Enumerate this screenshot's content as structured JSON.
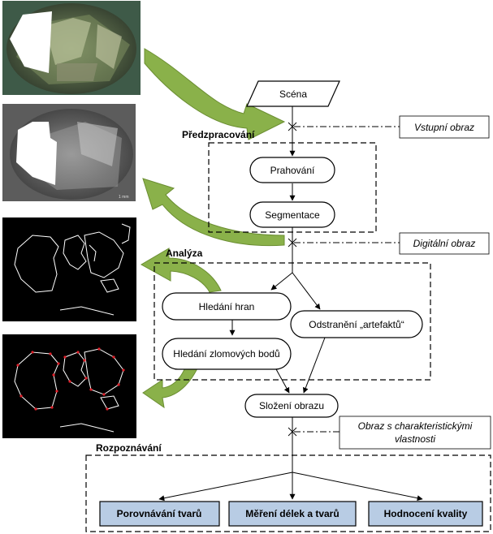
{
  "flow": {
    "start": "Scéna",
    "prahovani": "Prahování",
    "segmentace": "Segmentace",
    "hledani_hran": "Hledání hran",
    "hledani_bodu": "Hledání zlomových bodů",
    "odstraneni": "Odstranění „artefaktů“",
    "slozeni": "Složení obrazu",
    "porovnavani": "Porovnávání tvarů",
    "mereni": "Měření délek a tvarů",
    "hodnoceni": "Hodnocení kvality"
  },
  "sections": {
    "predzpracovani": "Předzpracování",
    "analyza": "Analýza",
    "rozpoznavani": "Rozpoznávání"
  },
  "notes": {
    "vstupni": "Vstupní obraz",
    "digitalni": "Digitální obraz",
    "charakteristicky_line1": "Obraz s charakteristickými",
    "charakteristicky_line2": "vlastnosti"
  },
  "image_text": {
    "scale_bar": "1 mm"
  },
  "colors": {
    "arrow_green": "#8ab14a",
    "arrow_green_dark": "#6b8e32",
    "result_box": "#b8cce4",
    "line": "#000000"
  }
}
